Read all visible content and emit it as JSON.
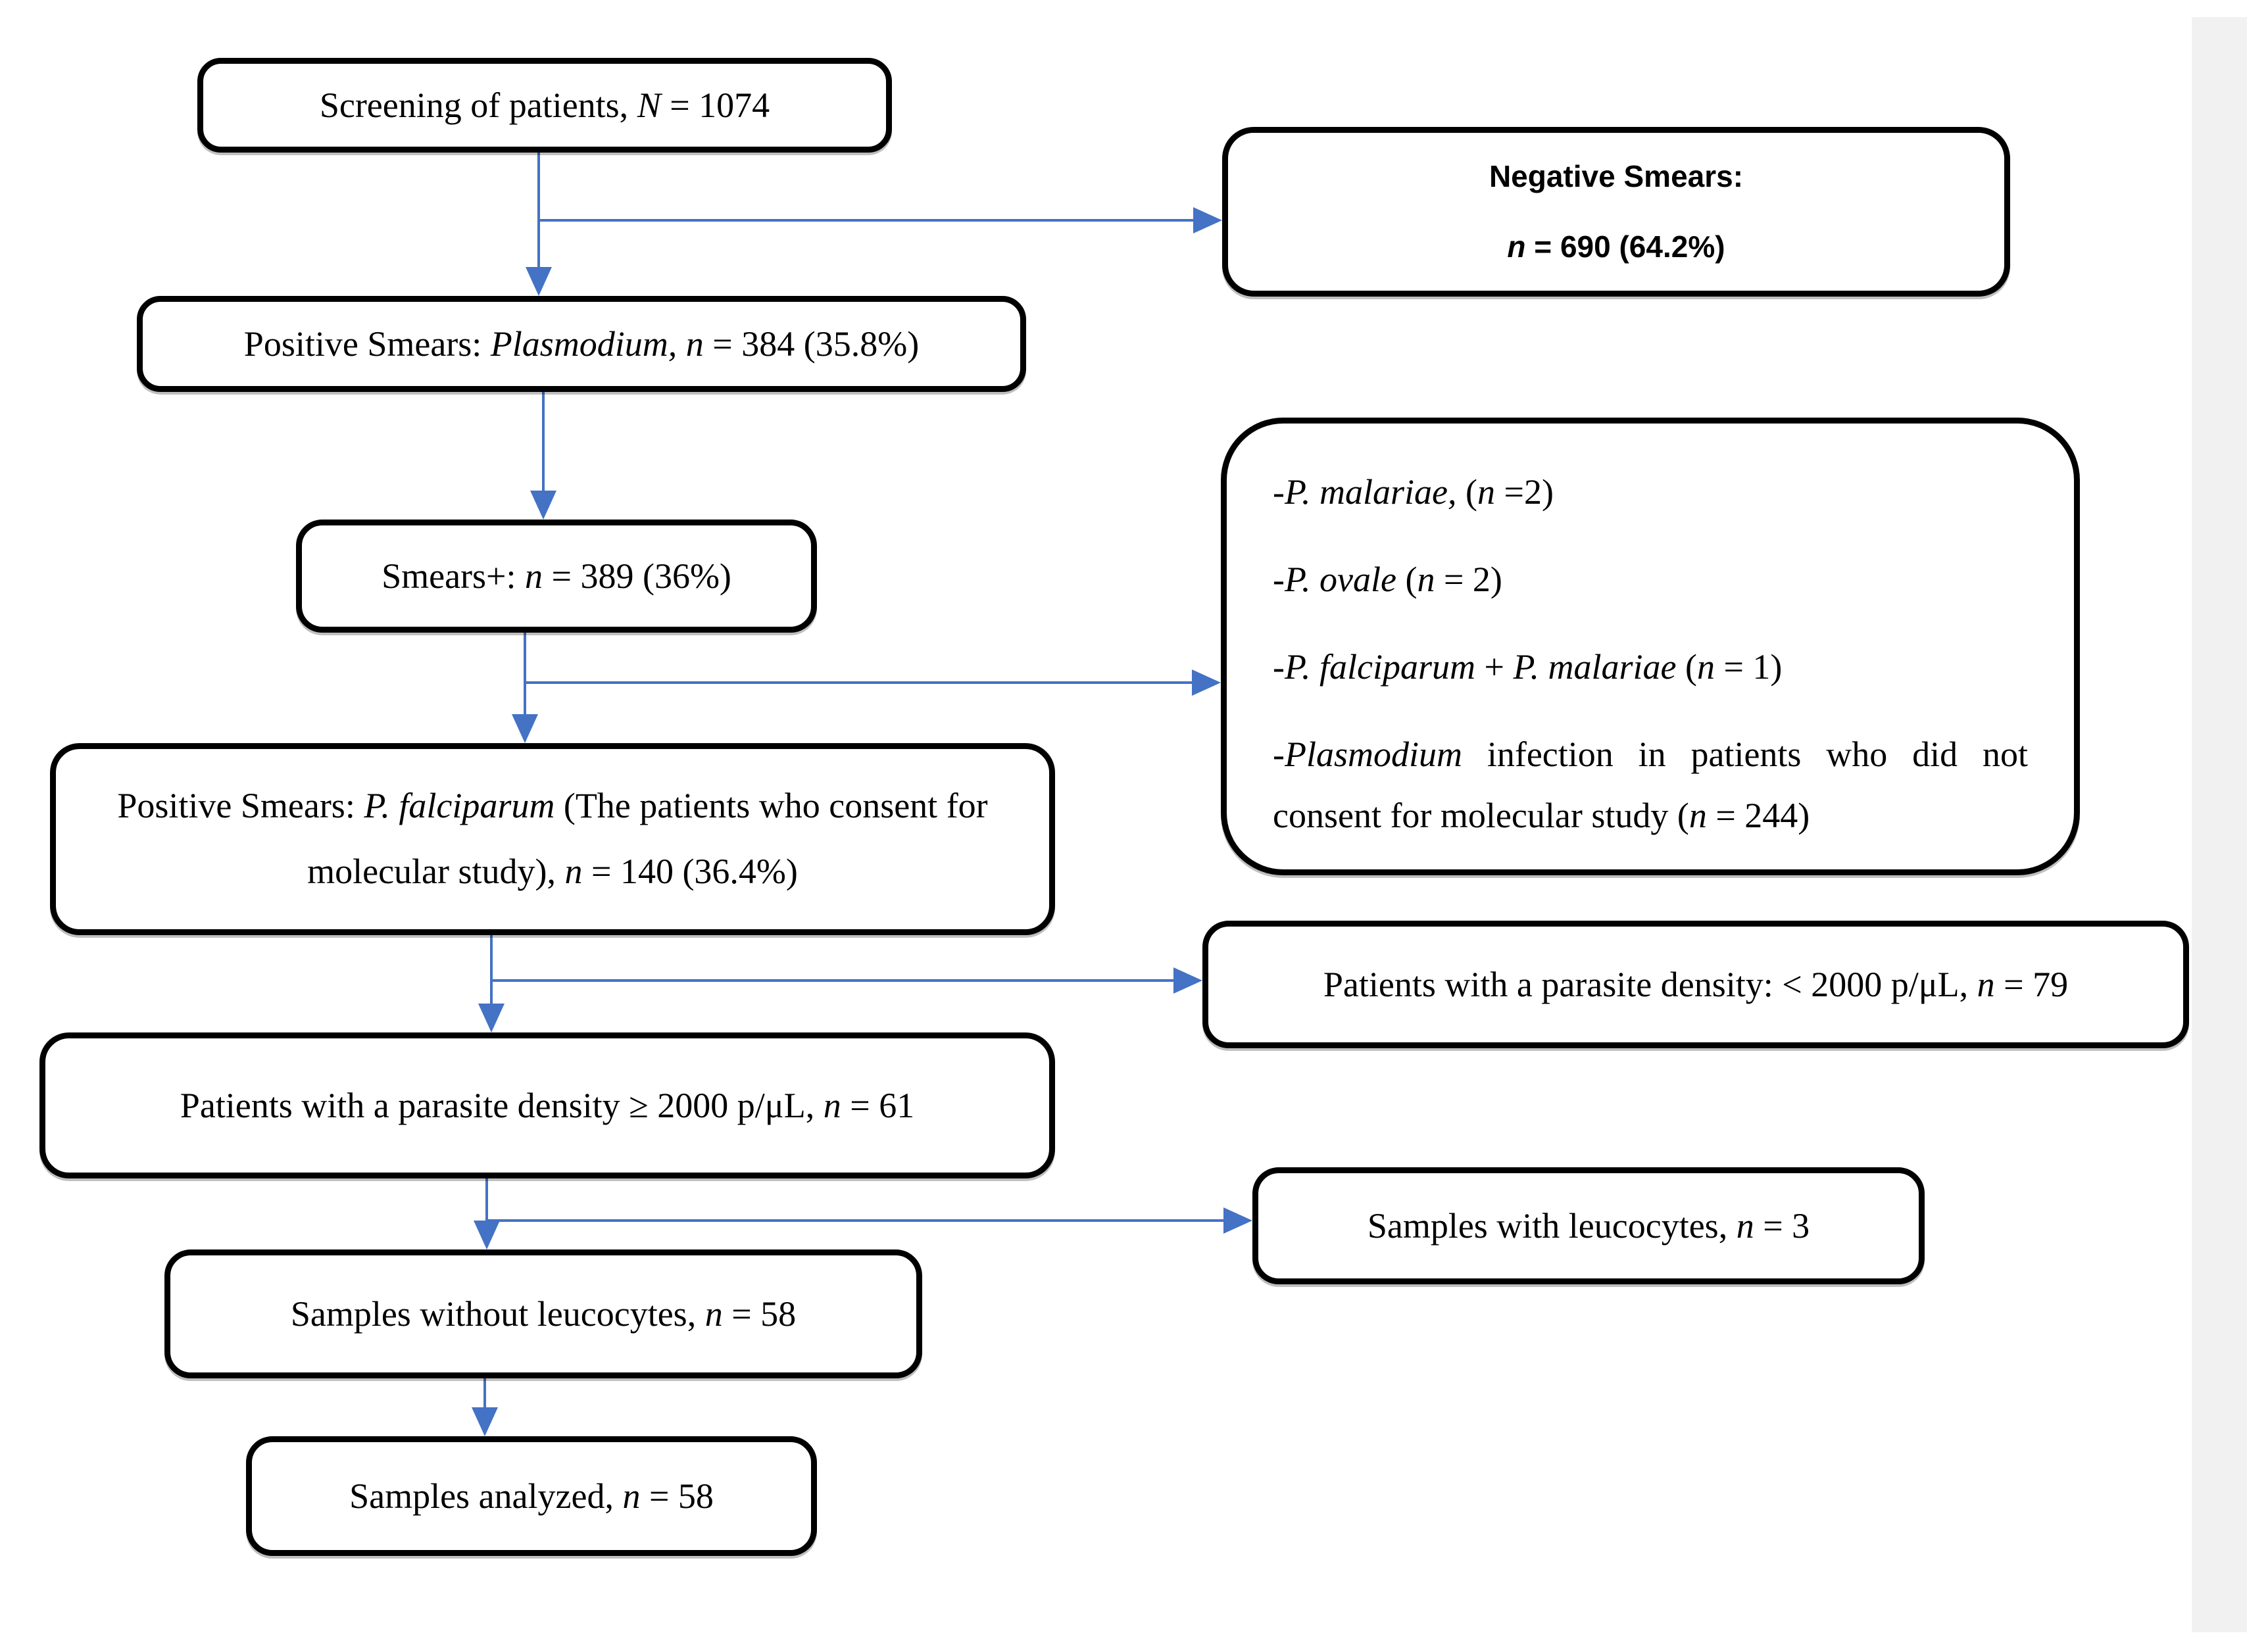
{
  "figure": {
    "type": "flowchart",
    "colors": {
      "box_border": "#000000",
      "box_fill": "#ffffff",
      "arrow": "#4472C4",
      "text": "#000000",
      "page_edge_strip": "#f1f1f1"
    }
  },
  "nodes": {
    "screening": {
      "text": "Screening of patients, N = 1074",
      "segments": [
        {
          "t": "Screening of patients, "
        },
        {
          "t": "N",
          "i": true
        },
        {
          "t": " = 1074"
        }
      ]
    },
    "negative_smears": {
      "text": "Negative Smears: n = 690 (64.2%)",
      "line1_segments": [
        {
          "t": "Negative Smears:"
        }
      ],
      "line2_segments": [
        {
          "t": "n",
          "i": true
        },
        {
          "t": " = 690 (64.2%)"
        }
      ]
    },
    "positive_plasmodium": {
      "text": "Positive Smears: Plasmodium, n = 384 (35.8%)",
      "segments": [
        {
          "t": "Positive Smears: "
        },
        {
          "t": "Plasmodium, n",
          "i": true
        },
        {
          "t": " = 384 (35.8%)"
        }
      ]
    },
    "smears_plus": {
      "text": "Smears+: n = 389 (36%)",
      "segments": [
        {
          "t": "Smears+: "
        },
        {
          "t": "n",
          "i": true
        },
        {
          "t": " = 389 (36%)"
        }
      ]
    },
    "exclusions": {
      "items": [
        {
          "text": "-P. malariae, (n =2)",
          "segments": [
            {
              "t": "-"
            },
            {
              "t": "P. malariae,",
              "i": true
            },
            {
              "t": " ("
            },
            {
              "t": "n",
              "i": true
            },
            {
              "t": " =2)"
            }
          ]
        },
        {
          "text": "-P. ovale (n = 2)",
          "segments": [
            {
              "t": "-"
            },
            {
              "t": "P. ovale",
              "i": true
            },
            {
              "t": " ("
            },
            {
              "t": "n",
              "i": true
            },
            {
              "t": " = 2)"
            }
          ]
        },
        {
          "text": "-P. falciparum + P. malariae (n = 1)",
          "segments": [
            {
              "t": "-"
            },
            {
              "t": "P. falciparum",
              "i": true
            },
            {
              "t": " + "
            },
            {
              "t": "P. malariae",
              "i": true
            },
            {
              "t": " ("
            },
            {
              "t": "n",
              "i": true
            },
            {
              "t": " = 1)"
            }
          ]
        },
        {
          "text": "-Plasmodium infection in patients who did not consent for molecular study (n = 244)",
          "segments": [
            {
              "t": "-"
            },
            {
              "t": "Plasmodium",
              "i": true
            },
            {
              "t": " infection in patients who did not consent for molecular study ("
            },
            {
              "t": "n",
              "i": true
            },
            {
              "t": " = 244)"
            }
          ]
        }
      ]
    },
    "positive_falciparum": {
      "text": "Positive Smears: P. falciparum (The patients who consent for molecular study), n = 140 (36.4%)",
      "segments": [
        {
          "t": "Positive Smears: "
        },
        {
          "t": "P. falciparum",
          "i": true
        },
        {
          "t": " (The patients who consent for molecular study), "
        },
        {
          "t": "n",
          "i": true
        },
        {
          "t": " = 140 (36.4%)"
        }
      ]
    },
    "low_density": {
      "text": "Patients with a parasite density: < 2000 p/μL, n = 79",
      "segments": [
        {
          "t": "Patients with a parasite density: < 2000 p/μL, "
        },
        {
          "t": "n",
          "i": true
        },
        {
          "t": " = 79"
        }
      ]
    },
    "high_density": {
      "text": "Patients with a parasite density ≥ 2000 p/μL, n = 61",
      "segments": [
        {
          "t": "Patients with a parasite density ≥ 2000 p/μL, "
        },
        {
          "t": "n",
          "i": true
        },
        {
          "t": " = 61"
        }
      ]
    },
    "with_leucocytes": {
      "text": "Samples with leucocytes, n = 3",
      "segments": [
        {
          "t": "Samples with leucocytes, "
        },
        {
          "t": "n",
          "i": true
        },
        {
          "t": " = 3"
        }
      ]
    },
    "without_leucocytes": {
      "text": "Samples without leucocytes, n = 58",
      "segments": [
        {
          "t": "Samples without leucocytes, "
        },
        {
          "t": "n",
          "i": true
        },
        {
          "t": " = 58"
        }
      ]
    },
    "analyzed": {
      "text": "Samples analyzed, n = 58",
      "segments": [
        {
          "t": "Samples analyzed, "
        },
        {
          "t": "n",
          "i": true
        },
        {
          "t": " = 58"
        }
      ]
    }
  },
  "edges": [
    {
      "from": "screening",
      "to": "negative_smears"
    },
    {
      "from": "screening",
      "to": "positive_plasmodium"
    },
    {
      "from": "positive_plasmodium",
      "to": "smears_plus"
    },
    {
      "from": "smears_plus",
      "to": "exclusions"
    },
    {
      "from": "smears_plus",
      "to": "positive_falciparum"
    },
    {
      "from": "positive_falciparum",
      "to": "low_density"
    },
    {
      "from": "positive_falciparum",
      "to": "high_density"
    },
    {
      "from": "high_density",
      "to": "with_leucocytes"
    },
    {
      "from": "high_density",
      "to": "without_leucocytes"
    },
    {
      "from": "without_leucocytes",
      "to": "analyzed"
    }
  ]
}
